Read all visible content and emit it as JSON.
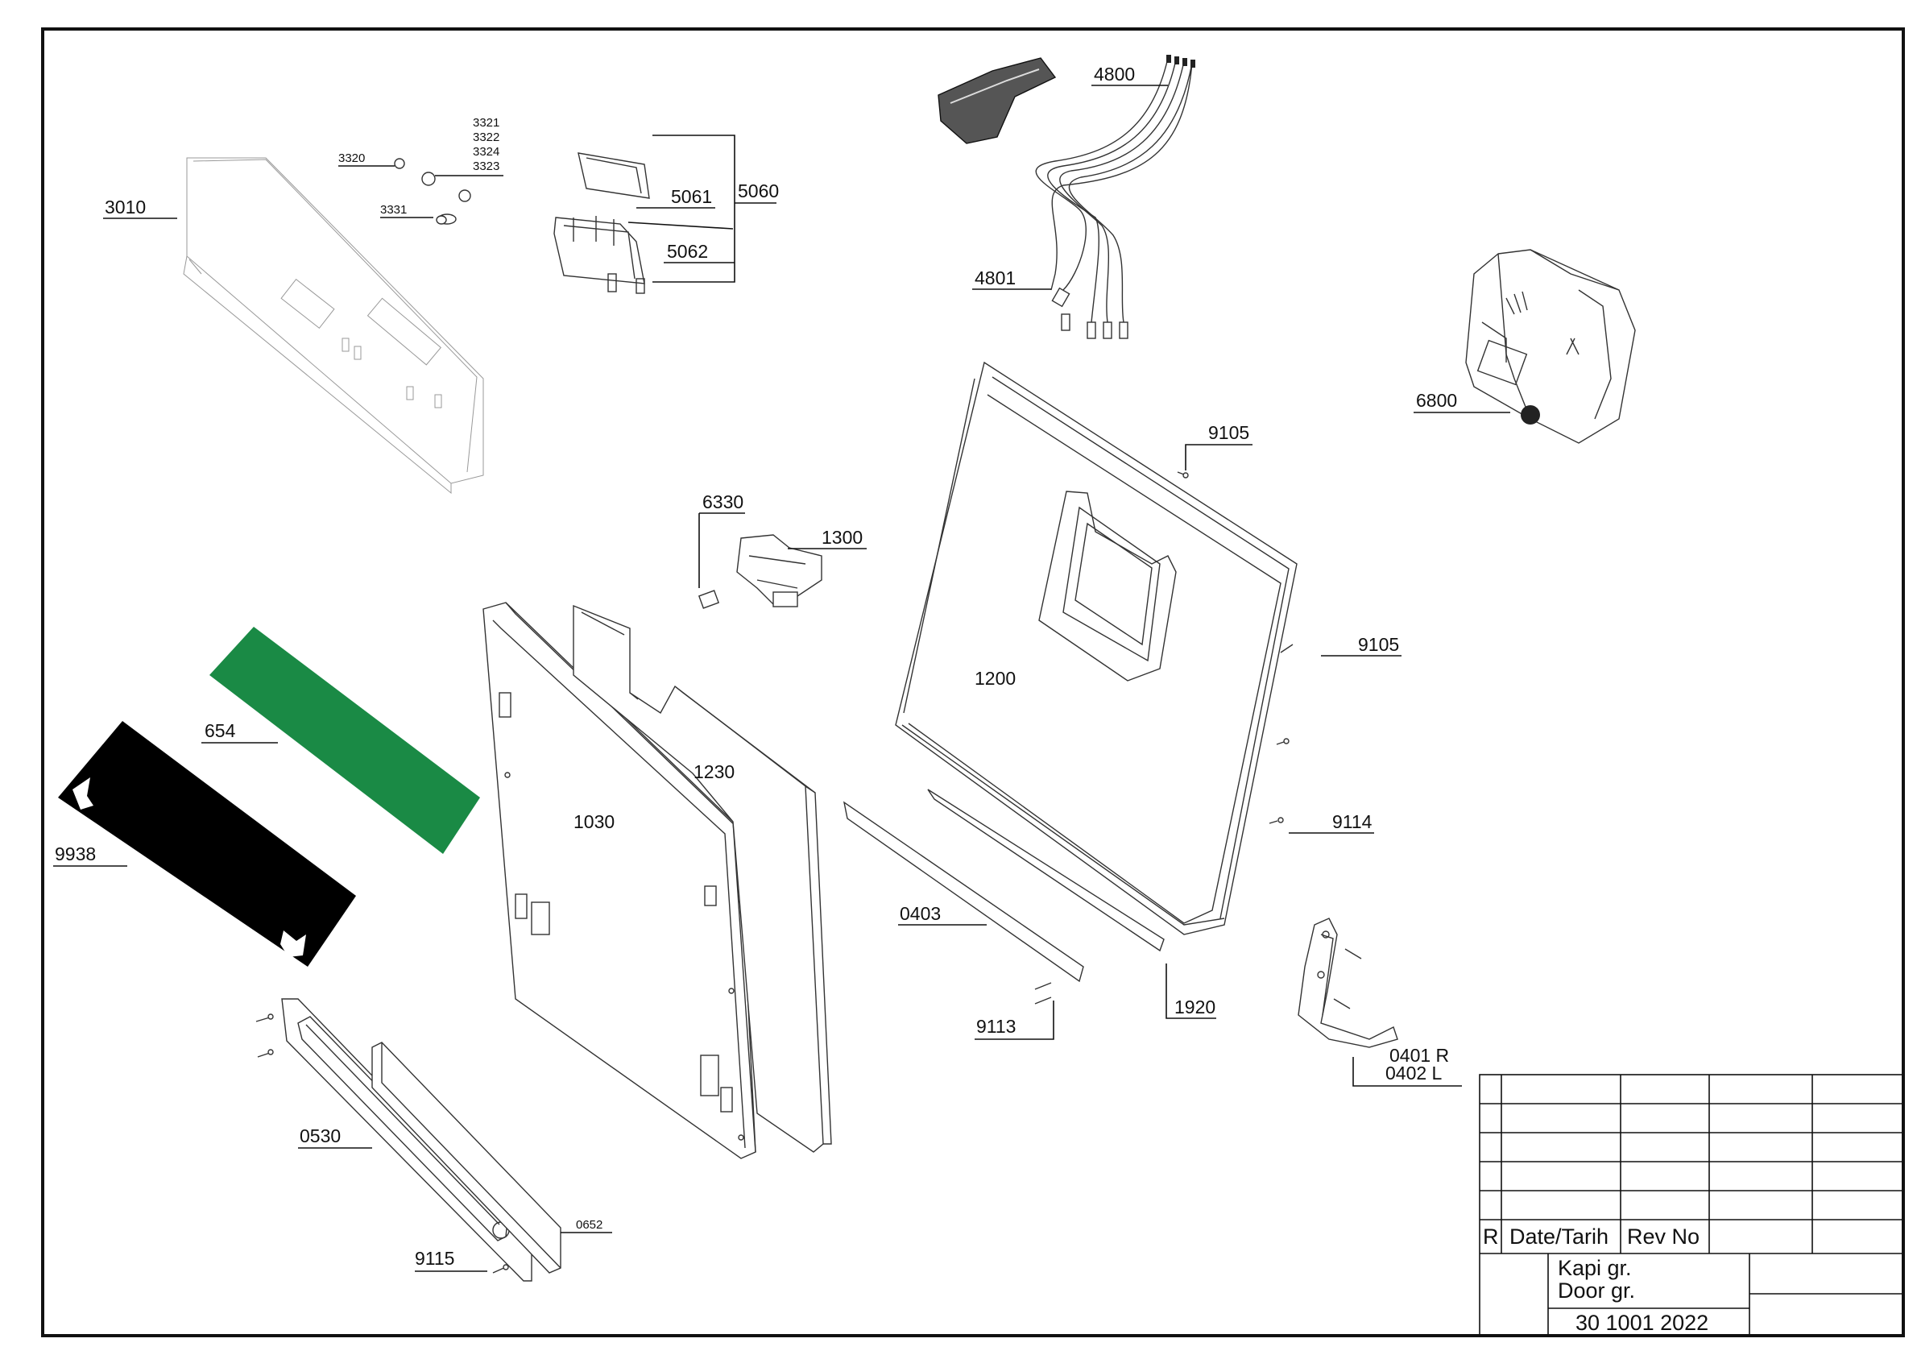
{
  "labels": {
    "p3010": "3010",
    "p3320": "3320",
    "p3321": "3321",
    "p3322": "3322",
    "p3324": "3324",
    "p3323": "3323",
    "p3331": "3331",
    "p5061": "5061",
    "p5060": "5060",
    "p5062": "5062",
    "p4800": "4800",
    "p4801": "4801",
    "p6800": "6800",
    "p9105a": "9105",
    "p9105b": "9105",
    "p6330": "6330",
    "p1300": "1300",
    "p1200": "1200",
    "p654": "654",
    "p9938": "9938",
    "p1230": "1230",
    "p1030": "1030",
    "p9114": "9114",
    "p0403": "0403",
    "p1920": "1920",
    "p9113": "9113",
    "p0401": "0401 R",
    "p0402": "0402 L",
    "p0530": "0530",
    "p0652": "0652",
    "p9115": "9115"
  },
  "title_block": {
    "rev_col_r": "R",
    "rev_col_date": "Date/Tarih",
    "rev_col_rev": "Rev No",
    "title_tr": "Kapi gr.",
    "title_en": "Door gr.",
    "drawing_no": "30 1001 2022"
  },
  "colors": {
    "insulation_green": "#1a8a45",
    "insulation_black": "#000000"
  }
}
